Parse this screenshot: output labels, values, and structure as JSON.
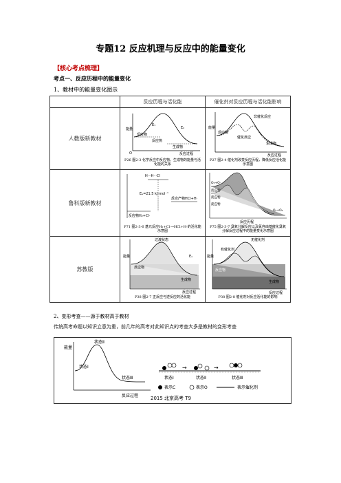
{
  "header": {
    "title": "专题12  反应机理与反应中的能量变化",
    "core_section": "【核心考点梳理】",
    "point1": "考点一、反应历程中的能量变化",
    "sub1": "1、教材中的能量变化图示"
  },
  "table": {
    "col_headers": [
      "反应历程与活化能",
      "催化剂对反应历程与活化能影响"
    ],
    "rows": [
      {
        "label": "人教版新教材",
        "left": {
          "y_axis": "能量",
          "ea": "E₁",
          "e2": "E₂",
          "reactant": "反应物",
          "heat": "反应热",
          "product": "生成物",
          "x_axis": "反应过程",
          "origin": "O",
          "caption": "P26 图2-3  化学反应中反应物、生成物的能量与活化能的关系"
        },
        "right": {
          "y_axis": "能量",
          "uncat": "非催化反应",
          "cat": "催化反应",
          "reactant": "反应物",
          "product": "生成物",
          "x_axis": "反应过程",
          "caption": "P27 图2-4  催化剂改变反应历程，降低反应活化能示意图"
        }
      },
      {
        "label": "鲁科版新教材",
        "left": {
          "ts": "H···H···Cl",
          "ea": "Eₐ=21.5 kJ·mol⁻¹",
          "product": "反应产物HCl+H·",
          "reactant": "反应物H₂+Cl·",
          "caption": "P71 图2-3-6  基元反应H₂+Cl·→HCl+H·的活化能示意图"
        },
        "right": {
          "species": [
            "O₃+O·",
            "反应物",
            "反应物",
            "反应物",
            "O₂+O₂"
          ],
          "x_axis": "反应历程",
          "caption": "P75 图2-3-7  臭氧分解反应以及氯自由基催化臭氧分解反应过程中的能量变化示意图"
        }
      },
      {
        "label": "苏教版",
        "left": {
          "ts": "过渡状态",
          "y_axis": "能量",
          "reactant": "反应物",
          "ea": "Eₐ",
          "product": "生成物",
          "x_axis": "反应过程",
          "caption": "P38 图2-7  正反应与逆反应的活化能"
        },
        "right": {
          "uncat": "无催化剂",
          "cat": "有催化剂",
          "y_axis": "能量",
          "reactant": "反应物",
          "product": "生成物",
          "x_axis": "反应过程",
          "caption": "P38 图2-8  催化剂对反应活化能的影响"
        }
      }
    ]
  },
  "section2": {
    "sub2": "2、变形考查——源于教材高于教材",
    "desc": "传统高考命题以知识立意为重，前几年的高考对此知识点的考查大多是教材的变形考查",
    "panel": {
      "y_axis": "能量",
      "state2": "状态Ⅱ",
      "state1": "状态Ⅰ",
      "state3": "状态Ⅲ",
      "x_axis": "反应过程",
      "legend": [
        "表示C",
        "表示O",
        "表示催化剂"
      ],
      "source": "2015 北京高考 T9"
    }
  }
}
